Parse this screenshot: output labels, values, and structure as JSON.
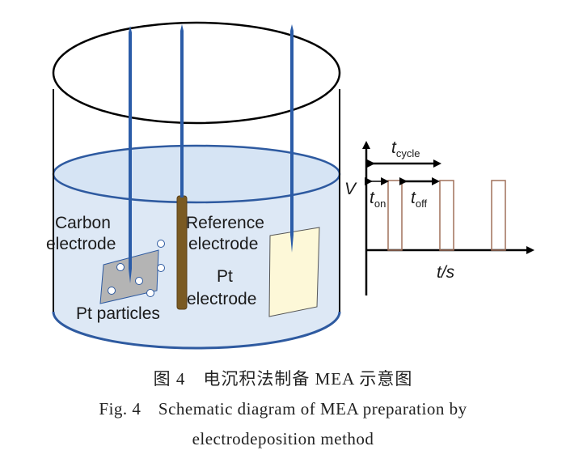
{
  "beaker": {
    "labels": {
      "carbon_line1": "Carbon",
      "carbon_line2": "electrode",
      "reference_line1": "Reference",
      "reference_line2": "electrode",
      "pt_line1": "Pt",
      "pt_line2": "electrode",
      "particles": "Pt particles"
    },
    "colors": {
      "solution_fill": "#dde8f5",
      "solution_edge": "#2e5aa0",
      "wire": "#2b5ca8",
      "reference_rod": "#7a5a22",
      "carbon_plate": "#b4b4b4",
      "pt_plate": "#fdf8d8"
    }
  },
  "pulse_chart": {
    "y_label": "V",
    "x_label": "t/s",
    "t_cycle": {
      "main": "t",
      "sub": "cycle"
    },
    "t_on": {
      "main": "t",
      "sub": "on"
    },
    "t_off": {
      "main": "t",
      "sub": "off"
    },
    "pulse_color": "#a0705a",
    "pulse_count": 3
  },
  "caption": {
    "cn": "图 4　电沉积法制备 MEA 示意图",
    "en_line1": "Fig. 4　Schematic diagram of MEA preparation by",
    "en_line2": "electrodeposition method"
  }
}
